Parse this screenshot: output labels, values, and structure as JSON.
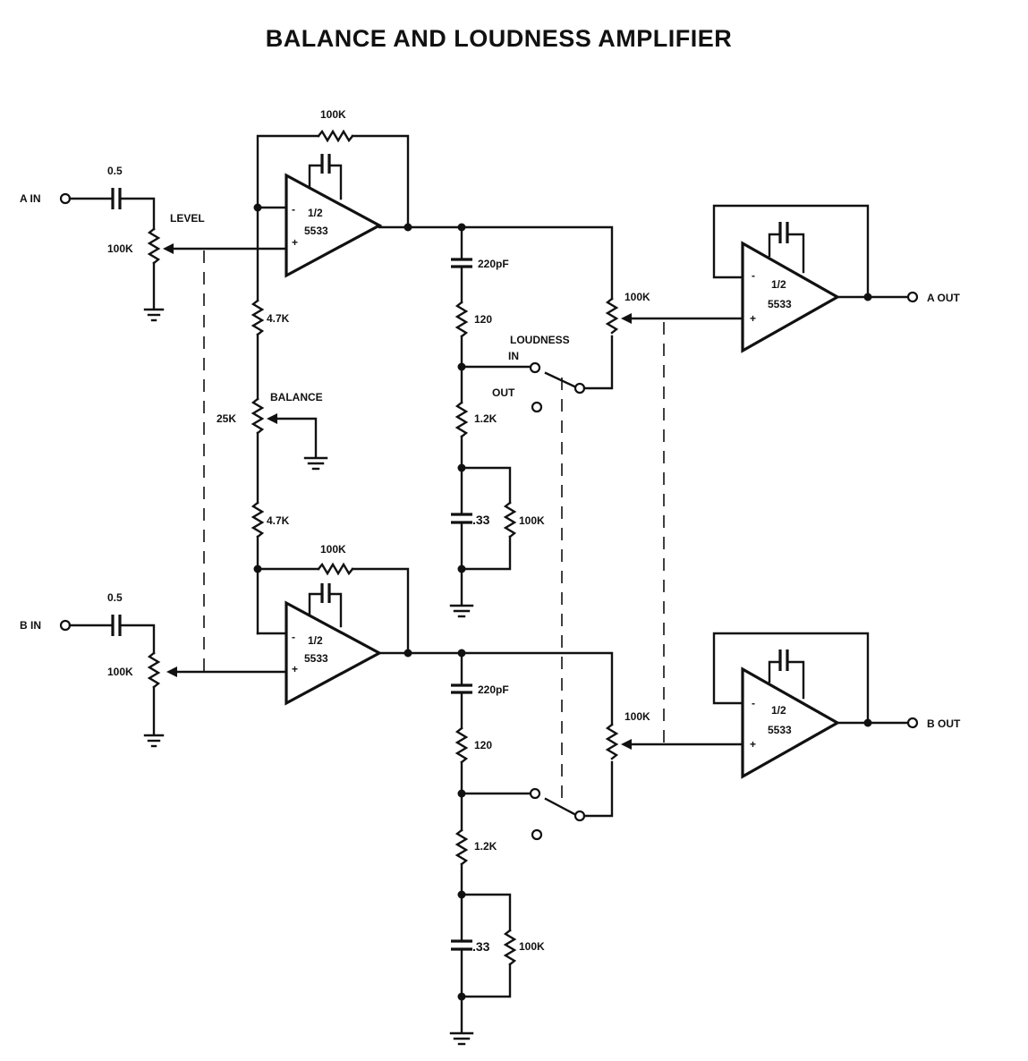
{
  "title": "BALANCE AND LOUDNESS AMPLIFIER",
  "inputs": {
    "a": {
      "label": "A IN",
      "coupling_cap": "0.5",
      "level_pot": "100K"
    },
    "b": {
      "label": "B IN",
      "coupling_cap": "0.5",
      "level_pot": "100K"
    }
  },
  "level_label": "LEVEL",
  "opamps": {
    "a_input": {
      "line1": "1/2",
      "line2": "5533",
      "minus": "-",
      "plus": "+",
      "feedback_resistor": "100K"
    },
    "b_input": {
      "line1": "1/2",
      "line2": "5533",
      "minus": "-",
      "plus": "+",
      "feedback_resistor": "100K"
    },
    "a_output": {
      "line1": "1/2",
      "line2": "5533",
      "minus": "-",
      "plus": "+"
    },
    "b_output": {
      "line1": "1/2",
      "line2": "5533",
      "minus": "-",
      "plus": "+"
    }
  },
  "balance": {
    "label": "BALANCE",
    "pot": "25K",
    "upper_resistor": "4.7K",
    "lower_resistor": "4.7K"
  },
  "loudness_a": {
    "cap": "220pF",
    "r1": "120",
    "r2": "1.2K",
    "shunt_cap": ".33",
    "shunt_resistor": "100K",
    "volume_pot": "100K",
    "switch_label": "LOUDNESS",
    "switch_in": "IN",
    "switch_out": "OUT"
  },
  "loudness_b": {
    "cap": "220pF",
    "r1": "120",
    "r2": "1.2K",
    "shunt_cap": ".33",
    "shunt_resistor": "100K",
    "volume_pot": "100K"
  },
  "outputs": {
    "a": {
      "label": "A OUT"
    },
    "b": {
      "label": "B OUT"
    }
  }
}
